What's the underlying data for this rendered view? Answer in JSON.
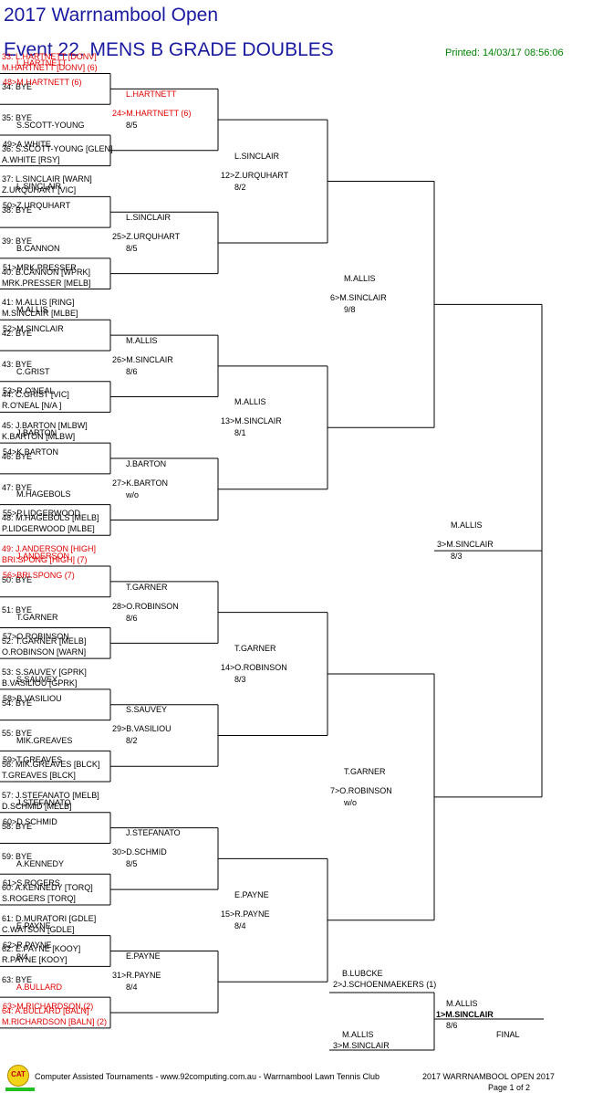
{
  "header": {
    "tournament": "2017 Warrnambool Open",
    "event": "Event 22. MENS B GRADE DOUBLES",
    "printed": "Printed: 14/03/17 08:56:06"
  },
  "round1": [
    {
      "l1": "33: L.HARTNETT [DONV]",
      "l2": "M.HARTNETT [DONV] (6)",
      "red": true
    },
    {
      "l1": "34: BYE",
      "l2": ""
    },
    {
      "l1": "35: BYE",
      "l2": ""
    },
    {
      "l1": "36: S.SCOTT-YOUNG [GLEN]",
      "l2": "A.WHITE [RSY]"
    },
    {
      "l1": "37: L.SINCLAIR [WARN]",
      "l2": "Z.URQUHART [VIC]"
    },
    {
      "l1": "38: BYE",
      "l2": ""
    },
    {
      "l1": "39: BYE",
      "l2": ""
    },
    {
      "l1": "40: B.CANNON [WPRK]",
      "l2": "MRK.PRESSER [MELB]"
    },
    {
      "l1": "41: M.ALLIS [RING]",
      "l2": "M.SINCLAIR [MLBE]"
    },
    {
      "l1": "42: BYE",
      "l2": ""
    },
    {
      "l1": "43: BYE",
      "l2": ""
    },
    {
      "l1": "44: C.GRIST [VIC]",
      "l2": "R.O'NEAL [N/A ]"
    },
    {
      "l1": "45: J.BARTON [MLBW]",
      "l2": "K.BARTON [MLBW]"
    },
    {
      "l1": "46: BYE",
      "l2": ""
    },
    {
      "l1": "47: BYE",
      "l2": ""
    },
    {
      "l1": "48: M.HAGEBOLS [MELB]",
      "l2": "P.LIDGERWOOD [MLBE]"
    },
    {
      "l1": "49: J.ANDERSON [HIGH]",
      "l2": "BRI.SPONG [HIGH] (7)",
      "red": true
    },
    {
      "l1": "50: BYE",
      "l2": ""
    },
    {
      "l1": "51: BYE",
      "l2": ""
    },
    {
      "l1": "52: T.GARNER [MELB]",
      "l2": "O.ROBINSON [WARN]"
    },
    {
      "l1": "53: S.SAUVEY [GPRK]",
      "l2": "B.VASILIOU [GPRK]"
    },
    {
      "l1": "54: BYE",
      "l2": ""
    },
    {
      "l1": "55: BYE",
      "l2": ""
    },
    {
      "l1": "56: MIK.GREAVES [BLCK]",
      "l2": "T.GREAVES [BLCK]"
    },
    {
      "l1": "57: J.STEFANATO [MELB]",
      "l2": "D.SCHMID [MELB]"
    },
    {
      "l1": "58: BYE",
      "l2": ""
    },
    {
      "l1": "59: BYE",
      "l2": ""
    },
    {
      "l1": "60: A.KENNEDY [TORQ]",
      "l2": "S.ROGERS [TORQ]"
    },
    {
      "l1": "61: D.MURATORI [GDLE]",
      "l2": "C.WATSON [GDLE]"
    },
    {
      "l1": "62: E.PAYNE [KOOY]",
      "l2": "R.PAYNE [KOOY]"
    },
    {
      "l1": "63: BYE",
      "l2": ""
    },
    {
      "l1": "64: A.BULLARD [BALN]",
      "l2": "M.RICHARDSON [BALN] (2)",
      "red": true
    }
  ],
  "round2": [
    {
      "l1": "L.HARTNETT",
      "l2": "48>M.HARTNETT (6)",
      "score": "",
      "red": true
    },
    {
      "l1": "S.SCOTT-YOUNG",
      "l2": "49>A.WHITE",
      "score": ""
    },
    {
      "l1": "L.SINCLAIR",
      "l2": "50>Z.URQUHART",
      "score": ""
    },
    {
      "l1": "B.CANNON",
      "l2": "51>MRK.PRESSER",
      "score": ""
    },
    {
      "l1": "M.ALLIS",
      "l2": "52>M.SINCLAIR",
      "score": ""
    },
    {
      "l1": "C.GRIST",
      "l2": "53>R.O'NEAL",
      "score": ""
    },
    {
      "l1": "J.BARTON",
      "l2": "54>K.BARTON",
      "score": ""
    },
    {
      "l1": "M.HAGEBOLS",
      "l2": "55>P.LIDGERWOOD",
      "score": ""
    },
    {
      "l1": "J.ANDERSON",
      "l2": "56>BRI.SPONG (7)",
      "score": "",
      "red": true
    },
    {
      "l1": "T.GARNER",
      "l2": "57>O.ROBINSON",
      "score": ""
    },
    {
      "l1": "S.SAUVEY",
      "l2": "58>B.VASILIOU",
      "score": ""
    },
    {
      "l1": "MIK.GREAVES",
      "l2": "59>T.GREAVES",
      "score": ""
    },
    {
      "l1": "J.STEFANATO",
      "l2": "60>D.SCHMID",
      "score": ""
    },
    {
      "l1": "A.KENNEDY",
      "l2": "61>S.ROGERS",
      "score": ""
    },
    {
      "l1": "E.PAYNE",
      "l2": "62>R.PAYNE",
      "score": "8/4"
    },
    {
      "l1": "A.BULLARD",
      "l2": "63>M.RICHARDSON (2)",
      "score": "",
      "red": true
    }
  ],
  "round3": [
    {
      "l1": "L.HARTNETT",
      "l2": "24>M.HARTNETT (6)",
      "score": "8/5",
      "red": true
    },
    {
      "l1": "L.SINCLAIR",
      "l2": "25>Z.URQUHART",
      "score": "8/5"
    },
    {
      "l1": "M.ALLIS",
      "l2": "26>M.SINCLAIR",
      "score": "8/6"
    },
    {
      "l1": "J.BARTON",
      "l2": "27>K.BARTON",
      "score": "w/o"
    },
    {
      "l1": "T.GARNER",
      "l2": "28>O.ROBINSON",
      "score": "8/6"
    },
    {
      "l1": "S.SAUVEY",
      "l2": "29>B.VASILIOU",
      "score": "8/2"
    },
    {
      "l1": "J.STEFANATO",
      "l2": "30>D.SCHMID",
      "score": "8/5"
    },
    {
      "l1": "E.PAYNE",
      "l2": "31>R.PAYNE",
      "score": "8/4"
    }
  ],
  "round4": [
    {
      "l1": "L.SINCLAIR",
      "l2": "12>Z.URQUHART",
      "score": "8/2"
    },
    {
      "l1": "M.ALLIS",
      "l2": "13>M.SINCLAIR",
      "score": "8/1"
    },
    {
      "l1": "T.GARNER",
      "l2": "14>O.ROBINSON",
      "score": "8/3"
    },
    {
      "l1": "E.PAYNE",
      "l2": "15>R.PAYNE",
      "score": "8/4"
    }
  ],
  "round5": [
    {
      "l1": "M.ALLIS",
      "l2": "6>M.SINCLAIR",
      "score": "9/8"
    },
    {
      "l1": "T.GARNER",
      "l2": "7>O.ROBINSON",
      "score": "w/o"
    }
  ],
  "round6": [
    {
      "l1": "M.ALLIS",
      "l2": "3>M.SINCLAIR",
      "score": "8/3"
    }
  ],
  "extra": {
    "lubcke_l1": "B.LUBCKE",
    "lubcke_l2": "2>J.SCHOENMAEKERS (1)",
    "allis2_l1": "M.ALLIS",
    "allis2_l2": "3>M.SINCLAIR",
    "final_l1": "M.ALLIS",
    "final_l2": "1>M.SINCLAIR",
    "final_score": "8/6",
    "final_label": "FINAL"
  },
  "footer": {
    "logo_text": "CAT",
    "credit": "Computer Assisted Tournaments - www.92computing.com.au  -  Warrnambool Lawn Tennis Club",
    "event": "2017 WARRNAMBOOL OPEN 2017",
    "page": "Page 1 of 2"
  }
}
